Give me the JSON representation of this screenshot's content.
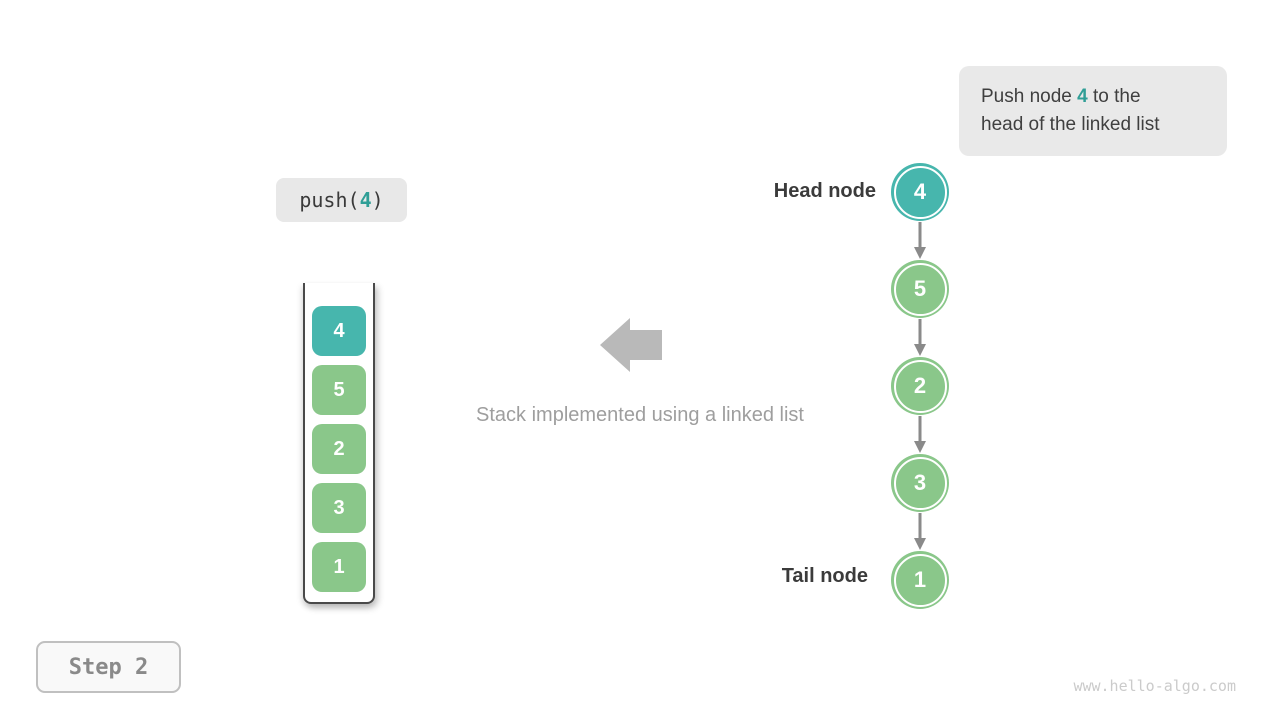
{
  "colors": {
    "teal": "#47b6ad",
    "teal-text": "#2f9e96",
    "green": "#8ac78a",
    "big-arrow-gray": "#b9b9b9",
    "link-arrow-gray": "#8a8a8a"
  },
  "callout": {
    "line1_pre": "Push node ",
    "line1_value": "4",
    "line1_post": " to the",
    "line2": "head of the linked list"
  },
  "operation": {
    "pre": "push(",
    "value": "4",
    "post": ")"
  },
  "stack": {
    "items": [
      {
        "value": "4",
        "highlight": true
      },
      {
        "value": "5",
        "highlight": false
      },
      {
        "value": "2",
        "highlight": false
      },
      {
        "value": "3",
        "highlight": false
      },
      {
        "value": "1",
        "highlight": false
      }
    ]
  },
  "caption": "Stack implemented using a linked list",
  "linked_list": {
    "head_label": "Head node",
    "tail_label": "Tail node",
    "nodes": [
      {
        "value": "4",
        "highlight": true
      },
      {
        "value": "5",
        "highlight": false
      },
      {
        "value": "2",
        "highlight": false
      },
      {
        "value": "3",
        "highlight": false
      },
      {
        "value": "1",
        "highlight": false
      }
    ]
  },
  "step_badge": "Step 2",
  "watermark": "www.hello-algo.com"
}
